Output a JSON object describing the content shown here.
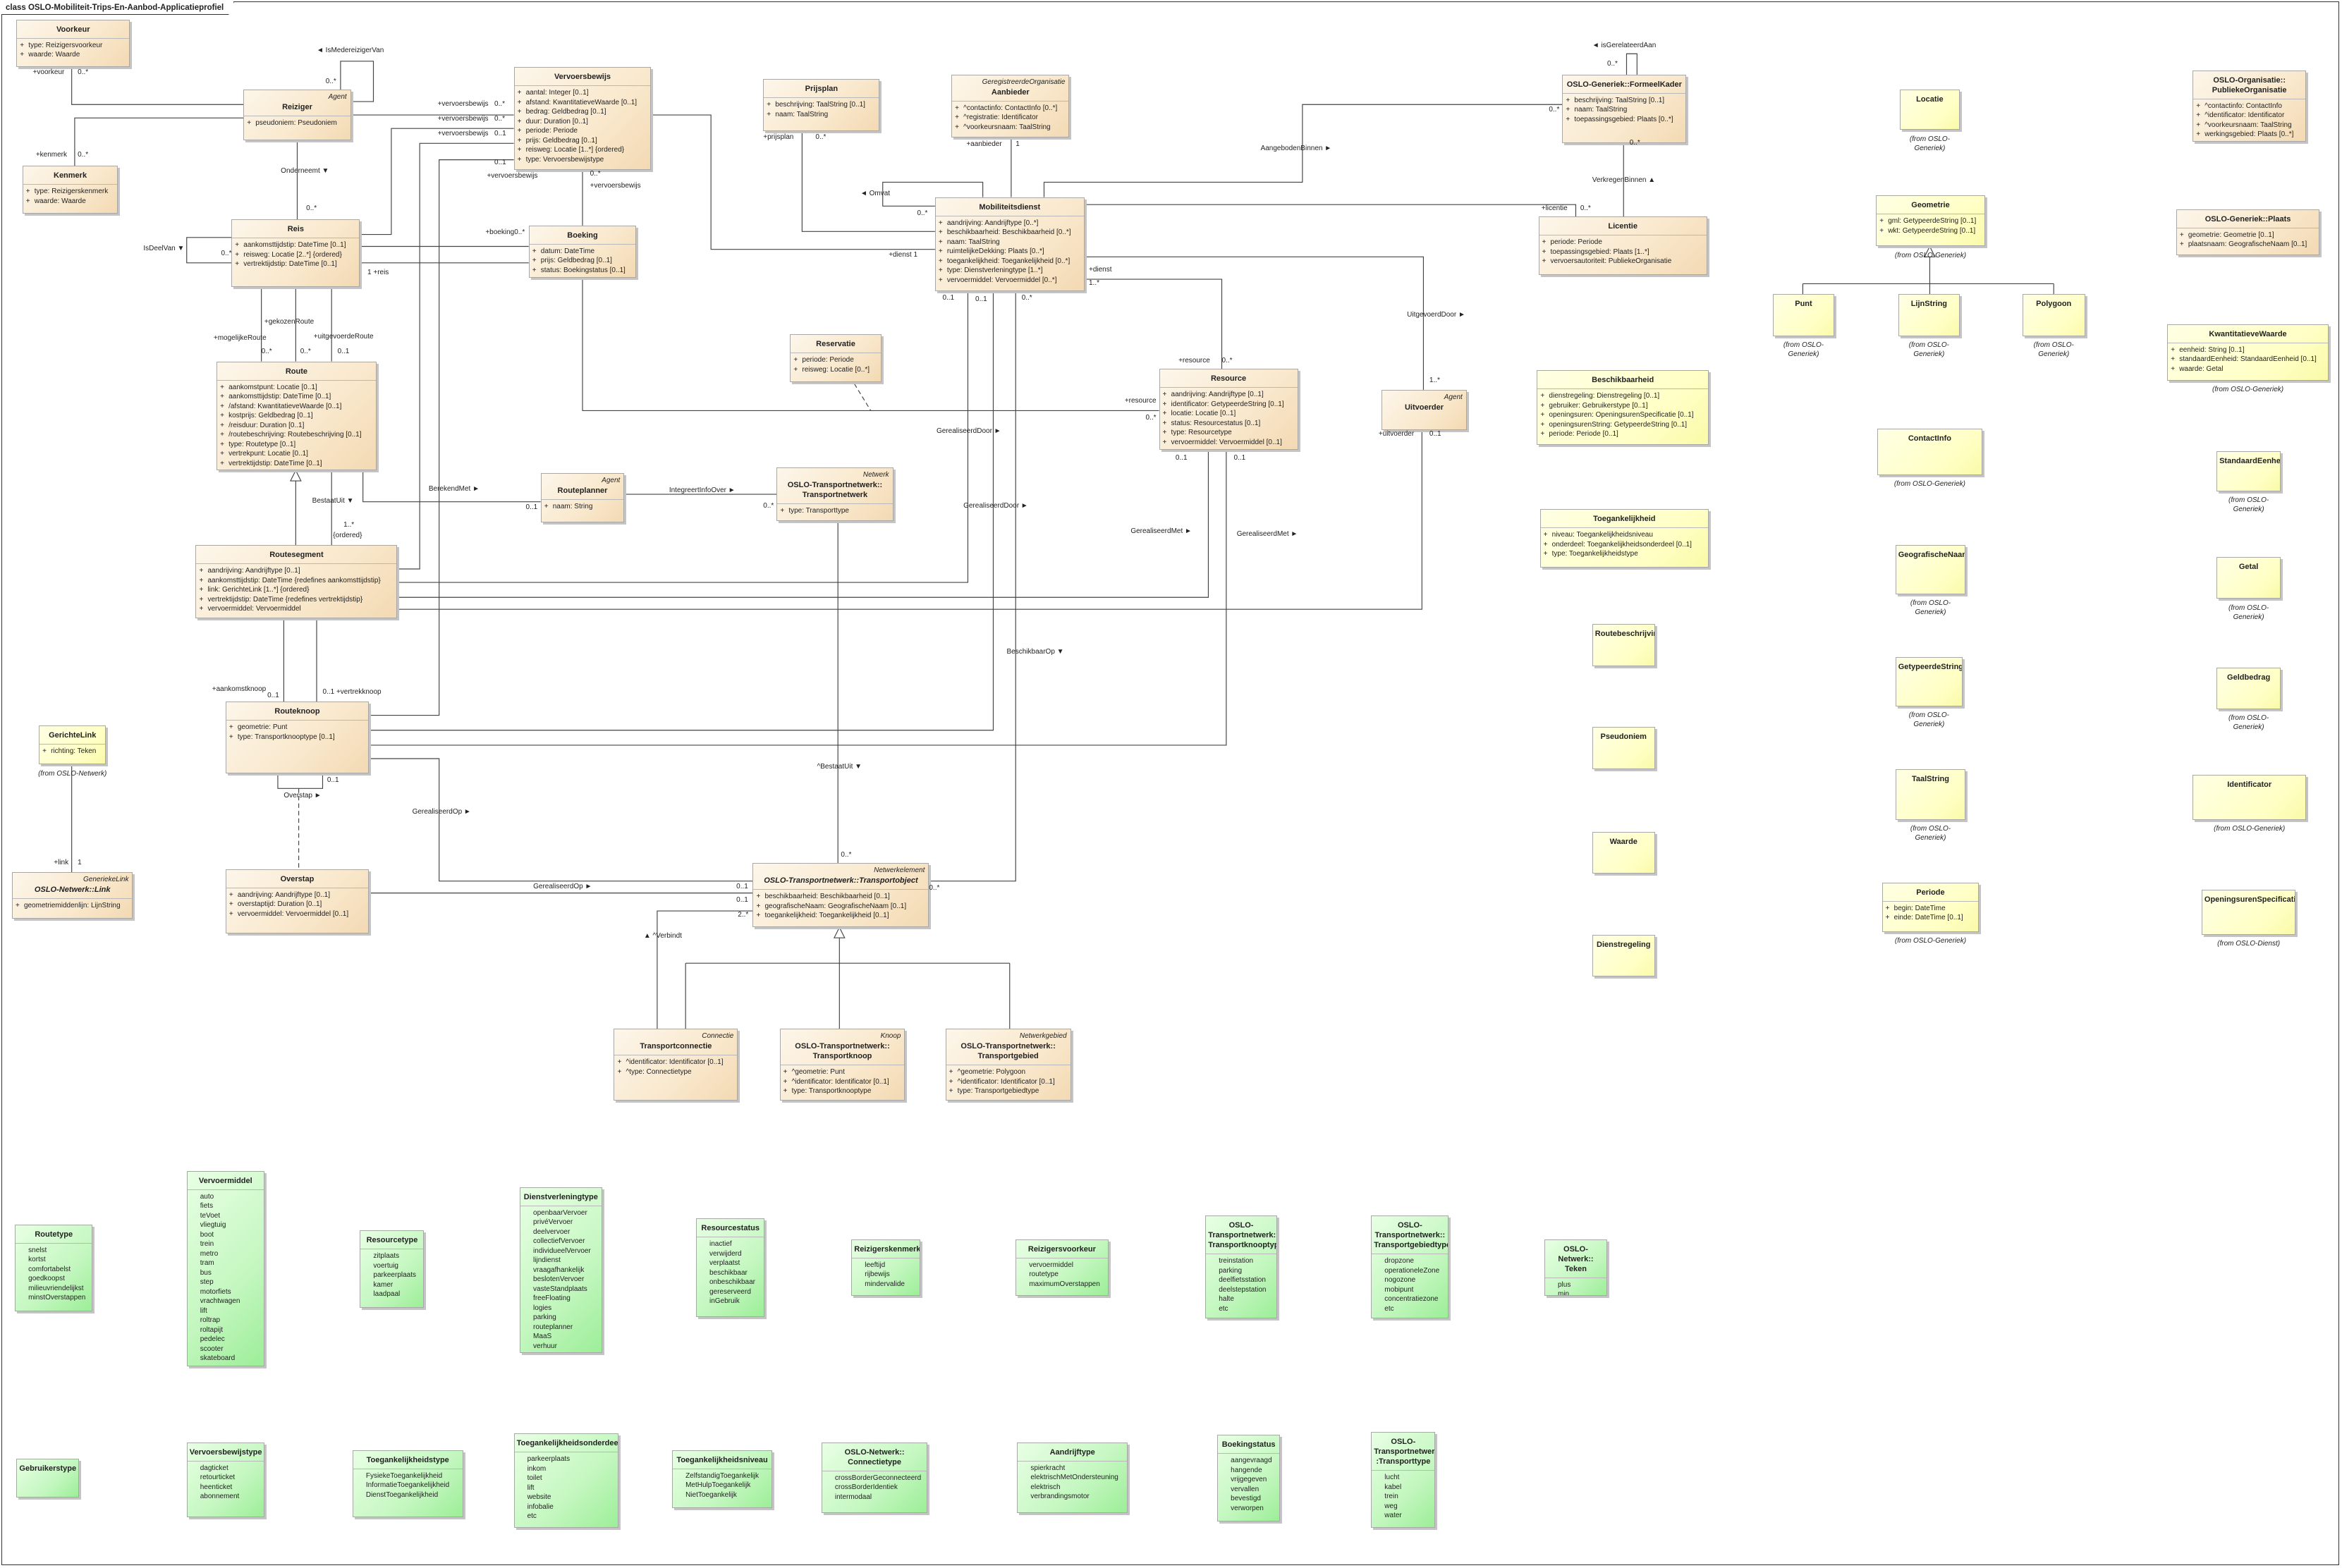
{
  "title": "class OSLO-Mobiliteit-Trips-En-Aanbod-Applicatieprofiel",
  "colors": {
    "class_fill": "#f9e8cc",
    "type_fill": "#ffffc4",
    "enum_fill": "#c4f7c0",
    "line": "#444444"
  },
  "classes": [
    {
      "id": "voorkeur",
      "kind": "class",
      "name": "Voorkeur",
      "attrs": [
        "type: Reizigersvoorkeur",
        "waarde: Waarde"
      ]
    },
    {
      "id": "reiziger",
      "kind": "class",
      "stereotype": "Agent",
      "name": "Reiziger",
      "attrs": [
        "pseudoniem: Pseudoniem"
      ]
    },
    {
      "id": "kenmerk",
      "kind": "class",
      "name": "Kenmerk",
      "attrs": [
        "type: Reizigerskenmerk",
        "waarde: Waarde"
      ]
    },
    {
      "id": "vervoersbewijs",
      "kind": "class",
      "name": "Vervoersbewijs",
      "attrs": [
        "aantal: Integer [0..1]",
        "afstand: KwantitatieveWaarde [0..1]",
        "bedrag: Geldbedrag [0..1]",
        "duur: Duration [0..1]",
        "periode: Periode",
        "prijs: Geldbedrag [0..1]",
        "reisweg: Locatie [1..*] {ordered}",
        "type: Vervoersbewijstype"
      ]
    },
    {
      "id": "reis",
      "kind": "class",
      "name": "Reis",
      "attrs": [
        "aankomsttijdstip: DateTime [0..1]",
        "reisweg: Locatie [2..*] {ordered}",
        "vertrektijdstip: DateTime [0..1]"
      ]
    },
    {
      "id": "boeking",
      "kind": "class",
      "name": "Boeking",
      "attrs": [
        "datum: DateTime",
        "prijs: Geldbedrag [0..1]",
        "status: Boekingstatus [0..1]"
      ]
    },
    {
      "id": "route",
      "kind": "class",
      "name": "Route",
      "attrs": [
        "aankomstpunt: Locatie [0..1]",
        "aankomsttijdstip: DateTime [0..1]",
        "/afstand: KwantitatieveWaarde [0..1]",
        "kostprijs: Geldbedrag [0..1]",
        "/reisduur: Duration [0..1]",
        "/routebeschrijving: Routebeschrijving [0..1]",
        "type: Routetype [0..1]",
        "vertrekpunt: Locatie [0..1]",
        "vertrektijdstip: DateTime [0..1]"
      ]
    },
    {
      "id": "routeplanner",
      "kind": "class",
      "stereotype": "Agent",
      "name": "Routeplanner",
      "attrs": [
        "naam: String"
      ]
    },
    {
      "id": "transportnetwerk",
      "kind": "class",
      "stereotype": "Netwerk",
      "name": "OSLO-Transportnetwerk::\nTransportnetwerk",
      "attrs": [
        "type: Transporttype"
      ]
    },
    {
      "id": "routesegment",
      "kind": "class",
      "name": "Routesegment",
      "attrs": [
        "aandrijving: Aandrijftype [0..1]",
        "aankomsttijdstip: DateTime {redefines aankomsttijdstip}",
        "link: GerichteLink [1..*] {ordered}",
        "vertrektijdstip: DateTime {redefines vertrektijdstip}",
        "vervoermiddel: Vervoermiddel"
      ]
    },
    {
      "id": "routeknoop",
      "kind": "class",
      "name": "Routeknoop",
      "attrs": [
        "geometrie: Punt",
        "type: Transportknooptype [0..1]"
      ]
    },
    {
      "id": "gerichtelink",
      "kind": "type",
      "name": "GerichteLink",
      "attrs": [
        "richting: Teken"
      ],
      "from": "(from OSLO-Netwerk)"
    },
    {
      "id": "link",
      "kind": "class",
      "stereotype": "GeneriekeLink",
      "name": "OSLO-Netwerk::Link",
      "abstract": true,
      "attrs": [
        "geometriemiddenlijn: LijnString"
      ]
    },
    {
      "id": "overstap",
      "kind": "class",
      "name": "Overstap",
      "attrs": [
        "aandrijving: Aandrijftype [0..1]",
        "overstaptijd: Duration [0..1]",
        "vervoermiddel: Vervoermiddel [0..1]"
      ]
    },
    {
      "id": "prijsplan",
      "kind": "class",
      "name": "Prijsplan",
      "attrs": [
        "beschrijving: TaalString [0..1]",
        "naam: TaalString"
      ]
    },
    {
      "id": "aanbieder",
      "kind": "class",
      "stereotype": "GeregistreerdeOrganisatie",
      "name": "Aanbieder",
      "attrs": [
        "^contactinfo: ContactInfo [0..*]",
        "^registratie: Identificator",
        "^voorkeursnaam: TaalString"
      ]
    },
    {
      "id": "mobiliteitsdienst",
      "kind": "class",
      "name": "Mobiliteitsdienst",
      "attrs": [
        "aandrijving: Aandrijftype [0..*]",
        "beschikbaarheid: Beschikbaarheid [0..*]",
        "naam: TaalString",
        "ruimtelijkeDekking: Plaats [0..*]",
        "toegankelijkheid: Toegankelijkheid [0..*]",
        "type: Dienstverleningtype [1..*]",
        "vervoermiddel: Vervoermiddel [0..*]"
      ]
    },
    {
      "id": "reservatie",
      "kind": "class",
      "name": "Reservatie",
      "attrs": [
        "periode: Periode",
        "reisweg: Locatie [0..*]"
      ]
    },
    {
      "id": "resource",
      "kind": "class",
      "name": "Resource",
      "attrs": [
        "aandrijving: Aandrijftype [0..1]",
        "identificator: GetypeerdeString [0..1]",
        "locatie: Locatie [0..1]",
        "status: Resourcestatus [0..1]",
        "type: Resourcetype",
        "vervoermiddel: Vervoermiddel [0..1]"
      ]
    },
    {
      "id": "formeelkader",
      "kind": "class",
      "name": "OSLO-Generiek::FormeelKader",
      "attrs": [
        "beschrijving: TaalString [0..1]",
        "naam: TaalString",
        "toepassingsgebied: Plaats [0..*]"
      ]
    },
    {
      "id": "licentie",
      "kind": "class",
      "name": "Licentie",
      "attrs": [
        "periode: Periode",
        "toepassingsgebied: Plaats [1..*]",
        "vervoersautoriteit: PubliekeOrganisatie"
      ]
    },
    {
      "id": "uitvoerder",
      "kind": "class",
      "stereotype": "Agent",
      "name": "Uitvoerder",
      "attrs": []
    },
    {
      "id": "transportobject",
      "kind": "class",
      "stereotype": "Netwerkelement",
      "name": "OSLO-Transportnetwerk::Transportobject",
      "abstract": true,
      "attrs": [
        "beschikbaarheid: Beschikbaarheid [0..1]",
        "geografischeNaam: GeografischeNaam [0..1]",
        "toegankelijkheid: Toegankelijkheid [0..1]"
      ]
    },
    {
      "id": "transportconnectie",
      "kind": "class",
      "stereotype": "Connectie",
      "name": "Transportconnectie",
      "attrs": [
        "^identificator: Identificator [0..1]",
        "^type: Connectietype"
      ]
    },
    {
      "id": "transportknoop",
      "kind": "class",
      "stereotype": "Knoop",
      "name": "OSLO-Transportnetwerk::\nTransportknoop",
      "attrs": [
        "^geometrie: Punt",
        "^identificator: Identificator [0..1]",
        "type: Transportknooptype"
      ]
    },
    {
      "id": "transportgebied",
      "kind": "class",
      "stereotype": "Netwerkgebied",
      "name": "OSLO-Transportnetwerk::\nTransportgebied",
      "attrs": [
        "^geometrie: Polygoon",
        "^identificator: Identificator [0..1]",
        "type: Transportgebiedtype"
      ]
    },
    {
      "id": "locatie",
      "kind": "type",
      "name": "Locatie",
      "attrs": [],
      "from": "(from OSLO-\nGeneriek)"
    },
    {
      "id": "publiekeorganisatie",
      "kind": "class",
      "name": "OSLO-Organisatie::\nPubliekeOrganisatie",
      "attrs": [
        "^contactinfo: ContactInfo",
        "^identificator: Identificator",
        "^voorkeursnaam: TaalString",
        "werkingsgebied: Plaats [0..*]"
      ]
    },
    {
      "id": "geometrie",
      "kind": "type",
      "name": "Geometrie",
      "attrs": [
        "gml: GetypeerdeString [0..1]",
        "wkt: GetypeerdeString [0..1]"
      ],
      "from": "(from OSLO-Generiek)"
    },
    {
      "id": "plaats",
      "kind": "class",
      "name": "OSLO-Generiek::Plaats",
      "attrs": [
        "geometrie: Geometrie [0..1]",
        "plaatsnaam: GeografischeNaam [0..1]"
      ]
    },
    {
      "id": "punt",
      "kind": "type",
      "name": "Punt",
      "attrs": [],
      "from": "(from OSLO-\nGeneriek)"
    },
    {
      "id": "lijnstring",
      "kind": "type",
      "name": "LijnString",
      "attrs": [],
      "from": "(from OSLO-\nGeneriek)"
    },
    {
      "id": "polygoon",
      "kind": "type",
      "name": "Polygoon",
      "attrs": [],
      "from": "(from OSLO-\nGeneriek)"
    },
    {
      "id": "kwantitatievewaarde",
      "kind": "type",
      "name": "KwantitatieveWaarde",
      "attrs": [
        "eenheid: String [0..1]",
        "standaardEenheid: StandaardEenheid [0..1]",
        "waarde: Getal"
      ],
      "from": "(from OSLO-Generiek)"
    },
    {
      "id": "beschikbaarheid",
      "kind": "type",
      "name": "Beschikbaarheid",
      "attrs": [
        "dienstregeling: Dienstregeling [0..1]",
        "gebruiker: Gebruikerstype [0..1]",
        "openingsuren: OpeningsurenSpecificatie [0..1]",
        "openingsurenString: GetypeerdeString [0..1]",
        "periode: Periode [0..1]"
      ]
    },
    {
      "id": "contactinfo",
      "kind": "type",
      "name": "ContactInfo",
      "attrs": [],
      "from": "(from OSLO-Generiek)"
    },
    {
      "id": "standaardeenheid",
      "kind": "type",
      "name": "StandaardEenheid",
      "attrs": [],
      "from": "(from OSLO-\nGeneriek)"
    },
    {
      "id": "toegankelijkheid",
      "kind": "type",
      "name": "Toegankelijkheid",
      "attrs": [
        "niveau: Toegankelijkheidsniveau",
        "onderdeel: Toegankelijkheidsonderdeel [0..1]",
        "type: Toegankelijkheidstype"
      ]
    },
    {
      "id": "geografischenaam",
      "kind": "type",
      "name": "GeografischeNaam",
      "attrs": [],
      "from": "(from OSLO-\nGeneriek)"
    },
    {
      "id": "getal",
      "kind": "type",
      "name": "Getal",
      "attrs": [],
      "from": "(from OSLO-\nGeneriek)"
    },
    {
      "id": "routebeschrijving",
      "kind": "type",
      "name": "Routebeschrijving",
      "attrs": []
    },
    {
      "id": "getypeerdestring",
      "kind": "type",
      "name": "GetypeerdeString",
      "attrs": [],
      "from": "(from OSLO-\nGeneriek)"
    },
    {
      "id": "geldbedrag",
      "kind": "type",
      "name": "Geldbedrag",
      "attrs": [],
      "from": "(from OSLO-\nGeneriek)"
    },
    {
      "id": "pseudoniem",
      "kind": "type",
      "name": "Pseudoniem",
      "attrs": []
    },
    {
      "id": "taalstring",
      "kind": "type",
      "name": "TaalString",
      "attrs": [],
      "from": "(from OSLO-\nGeneriek)"
    },
    {
      "id": "identificator",
      "kind": "type",
      "name": "Identificator",
      "attrs": [],
      "from": "(from OSLO-Generiek)"
    },
    {
      "id": "waarde",
      "kind": "type",
      "name": "Waarde",
      "attrs": []
    },
    {
      "id": "periode",
      "kind": "type",
      "name": "Periode",
      "attrs": [
        "begin: DateTime",
        "einde: DateTime [0..1]"
      ],
      "from": "(from OSLO-Generiek)"
    },
    {
      "id": "openingsurenspecificatie",
      "kind": "type",
      "name": "OpeningsurenSpecificatie",
      "attrs": [],
      "from": "(from OSLO-Dienst)"
    },
    {
      "id": "dienstregeling",
      "kind": "type",
      "name": "Dienstregeling",
      "attrs": []
    },
    {
      "id": "routetype",
      "kind": "enum",
      "name": "Routetype",
      "attrs": [
        "snelst",
        "kortst",
        "comfortabelst",
        "goedkoopst",
        "milieuvriendelijkst",
        "minstOverstappen"
      ]
    },
    {
      "id": "vervoermiddel",
      "kind": "enum",
      "name": "Vervoermiddel",
      "attrs": [
        "auto",
        "fiets",
        "teVoet",
        "vliegtuig",
        "boot",
        "trein",
        "metro",
        "tram",
        "bus",
        "step",
        "motorfiets",
        "vrachtwagen",
        "lift",
        "roltrap",
        "roltapijt",
        "pedelec",
        "scooter",
        "skateboard"
      ]
    },
    {
      "id": "resourcetype",
      "kind": "enum",
      "name": "Resourcetype",
      "attrs": [
        "zitplaats",
        "voertuig",
        "parkeerplaats",
        "kamer",
        "laadpaal"
      ]
    },
    {
      "id": "dienstverleningtype",
      "kind": "enum",
      "name": "Dienstverleningtype",
      "attrs": [
        "openbaarVervoer",
        "privéVervoer",
        "deelvervoer",
        "collectiefVervoer",
        "individueelVervoer",
        "lijndienst",
        "vraagafhankelijk",
        "beslotenVervoer",
        "vasteStandplaats",
        "freeFloating",
        "logies",
        "parking",
        "routeplanner",
        "MaaS",
        "verhuur"
      ]
    },
    {
      "id": "resourcestatus",
      "kind": "enum",
      "name": "Resourcestatus",
      "attrs": [
        "inactief",
        "verwijderd",
        "verplaatst",
        "beschikbaar",
        "onbeschikbaar",
        "gereserveerd",
        "inGebruik"
      ]
    },
    {
      "id": "reizigerskenmerk",
      "kind": "enum",
      "name": "Reizigerskenmerk",
      "attrs": [
        "leeftijd",
        "rijbewijs",
        "mindervalide"
      ]
    },
    {
      "id": "reizigersvoorkeur",
      "kind": "enum",
      "name": "Reizigersvoorkeur",
      "attrs": [
        "vervoermiddel",
        "routetype",
        "maximumOverstappen"
      ]
    },
    {
      "id": "transportknooptype",
      "kind": "enum",
      "name": "OSLO-\nTransportnetwerk::\nTransportknooptype",
      "attrs": [
        "treinstation",
        "parking",
        "deelfietsstation",
        "deelstepstation",
        "halte",
        "etc"
      ]
    },
    {
      "id": "transportgebiedtype",
      "kind": "enum",
      "name": "OSLO-\nTransportnetwerk::\nTransportgebiedtype",
      "attrs": [
        "dropzone",
        "operationeleZone",
        "nogozone",
        "mobipunt",
        "concentratiezone",
        "etc"
      ]
    },
    {
      "id": "teken",
      "kind": "enum",
      "name": "OSLO-Netwerk::\nTeken",
      "attrs": [
        "plus",
        "min"
      ]
    },
    {
      "id": "gebruikerstype",
      "kind": "enum",
      "name": "Gebruikerstype",
      "attrs": []
    },
    {
      "id": "vervoersbewijstype",
      "kind": "enum",
      "name": "Vervoersbewijstype",
      "attrs": [
        "dagticket",
        "retourticket",
        "heenticket",
        "abonnement"
      ]
    },
    {
      "id": "toegankelijkheidstype",
      "kind": "enum",
      "name": "Toegankelijkheidstype",
      "attrs": [
        "FysiekeToegankelijkheid",
        "InformatieToegankelijkheid",
        "DienstToegankelijkheid"
      ]
    },
    {
      "id": "toegankelijkheidsonderdeel",
      "kind": "enum",
      "name": "Toegankelijkheidsonderdeel",
      "attrs": [
        "parkeerplaats",
        "inkom",
        "toilet",
        "lift",
        "website",
        "infobalie",
        "etc"
      ]
    },
    {
      "id": "toegankelijkheidsniveau",
      "kind": "enum",
      "name": "Toegankelijkheidsniveau",
      "attrs": [
        "ZelfstandigToegankelijk",
        "MetHulpToegankelijk",
        "NietToegankelijk"
      ]
    },
    {
      "id": "connectietype",
      "kind": "enum",
      "name": "OSLO-Netwerk::\nConnectietype",
      "attrs": [
        "crossBorderGeconnecteerd",
        "crossBorderIdentiek",
        "intermodaal"
      ]
    },
    {
      "id": "aandrijftype",
      "kind": "enum",
      "name": "Aandrijftype",
      "attrs": [
        "spierkracht",
        "elektrischMetOndersteuning",
        "elektrisch",
        "verbrandingsmotor"
      ]
    },
    {
      "id": "boekingstatus",
      "kind": "enum",
      "name": "Boekingstatus",
      "attrs": [
        "aangevraagd",
        "hangende",
        "vrijgegeven",
        "vervallen",
        "bevestigd",
        "verworpen"
      ]
    },
    {
      "id": "transporttype",
      "kind": "enum",
      "name": "OSLO-\nTransportnetwerk:\n:Transporttype",
      "attrs": [
        "lucht",
        "kabel",
        "trein",
        "weg",
        "water"
      ]
    }
  ],
  "labels": [
    "◄ IsMedereizigerVan",
    "+voorkeur",
    "0..*",
    "+kenmerk",
    "0..*",
    "0..*",
    "Onderneemt ▼",
    "0..*",
    "+vervoersbewijs",
    "0..*",
    "+vervoersbewijs",
    "0..*",
    "+vervoersbewijs",
    "0..1",
    "0..1",
    "+vervoersbewijs",
    "0..*",
    "+vervoersbewijs",
    "+boeking0..*",
    "1  +reis",
    "IsDeelVan ▼",
    "0..*",
    "+gekozenRoute",
    "+mogelijkeRoute",
    "+uitgevoerdeRoute",
    "0..*",
    "0..*",
    "0..1",
    "BerekendMet ►",
    "0..1",
    "IntegreertInfoOver ►",
    "0..*",
    "BestaatUit ▼",
    "1..*",
    "{ordered}",
    "+aankomstknoop",
    "0..1",
    "0..1 +vertrekknoop",
    "0..1",
    "Overstap ►",
    "GerealiseerdOp ►",
    "GerealiseerdOp ►",
    "+link",
    "1",
    "+prijsplan",
    "0..*",
    "+aanbieder",
    "1",
    "◄ Omvat",
    "0..*",
    "+dienst  1",
    "AangebodenBinnen ►",
    "◄ isGerelateerdAan",
    "0..*",
    "0..*",
    "0..*",
    "VerkregenBinnen ▲",
    "+licentie",
    "0..*",
    "+dienst",
    "1..*",
    "0..1",
    "0..1",
    "0..*",
    "+resource",
    "0..*",
    "+resource",
    "0..*",
    "GerealiseerdDoor ►",
    "GerealiseerdDoor ►",
    "GerealiseerdMet ►",
    "GerealiseerdMet ►",
    "0..1",
    "0..1",
    "UitgevoerdDoor ►",
    "1..*",
    "+uitvoerder",
    "0..1",
    "BeschikbaarOp ▼",
    "^BestaatUit ▼",
    "0..*",
    "0..1",
    "0..1",
    "2..*",
    "0..*",
    "▲ ^Verbindt"
  ]
}
